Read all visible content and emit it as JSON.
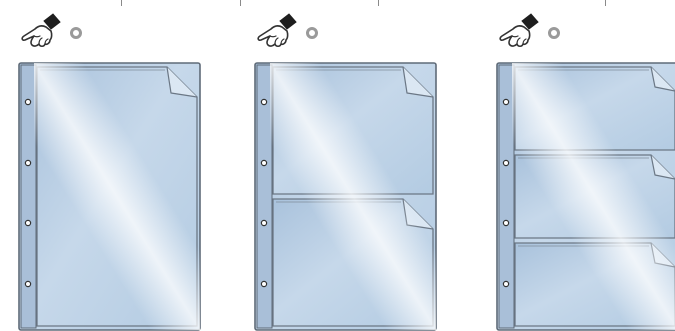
{
  "options": [
    {
      "name": "sleeve-option-one-pocket",
      "pockets": 1
    },
    {
      "name": "sleeve-option-two-pockets",
      "pockets": 2
    },
    {
      "name": "sleeve-option-three-pockets",
      "pockets": 3
    }
  ],
  "icons": {
    "pointer": "pointing-hand-icon",
    "radio": "radio-button-circle",
    "binding_hole": "punch-hole"
  },
  "colors": {
    "sleeve_fill_top": "#b9cfe6",
    "sleeve_fill_bottom": "#b2cbe2",
    "sleeve_edge": "#5f6b78",
    "binding_strip": "#a9bfd8",
    "radio_ring": "#9a9a9a",
    "glare": "#ffffff",
    "page_bg": "#ffffff"
  }
}
